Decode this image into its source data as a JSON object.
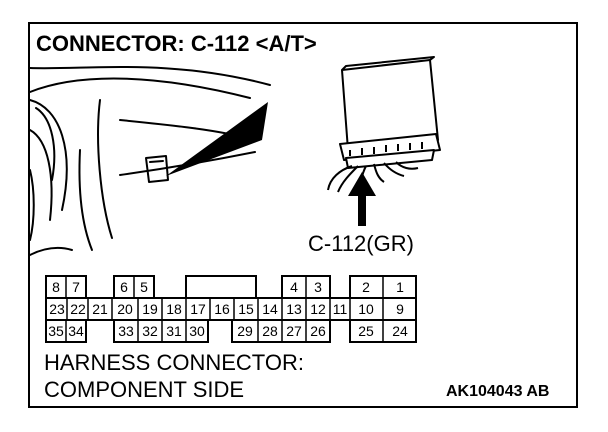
{
  "title": "CONNECTOR: C-112 <A/T>",
  "connector_label": "C-112(GR)",
  "caption": {
    "line1": "HARNESS CONNECTOR:",
    "line2": "COMPONENT SIDE"
  },
  "part_code": "AK104043 AB",
  "colors": {
    "line": "#000000",
    "background": "#ffffff"
  },
  "connector_pins": {
    "row1": [
      "8",
      "7",
      "6",
      "5",
      "4",
      "3",
      "2",
      "1"
    ],
    "row2": [
      "23",
      "22",
      "21",
      "20",
      "19",
      "18",
      "17",
      "16",
      "15",
      "14",
      "13",
      "12",
      "11",
      "10",
      "9"
    ],
    "row3": [
      "35",
      "34",
      "33",
      "32",
      "31",
      "30",
      "29",
      "28",
      "27",
      "26",
      "25",
      "24"
    ]
  }
}
